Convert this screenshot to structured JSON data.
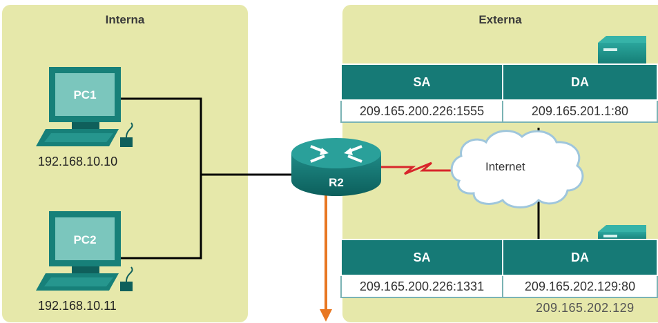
{
  "zones": {
    "internal_title": "Interna",
    "external_title": "Externa"
  },
  "hosts": [
    {
      "label": "PC1",
      "ip": "192.168.10.10"
    },
    {
      "label": "PC2",
      "ip": "192.168.10.11"
    }
  ],
  "router": {
    "label": "R2"
  },
  "cloud": {
    "label": "Internet"
  },
  "nat_tables": [
    {
      "headers": [
        "SA",
        "DA"
      ],
      "row": [
        "209.165.200.226:1555",
        "209.165.201.1:80"
      ]
    },
    {
      "headers": [
        "SA",
        "DA"
      ],
      "row": [
        "209.165.200.226:1331",
        "209.165.202.129:80"
      ]
    }
  ],
  "partially_hidden_ip": "209.165.202.129",
  "colors": {
    "zone_fill": "#e6e8aa",
    "teal": "#167a76",
    "serial_link": "#d8262b",
    "arrow": "#e87722"
  },
  "icons": [
    "pc-icon",
    "router-icon",
    "cloud-icon",
    "server-icon",
    "arrow-down-icon"
  ]
}
